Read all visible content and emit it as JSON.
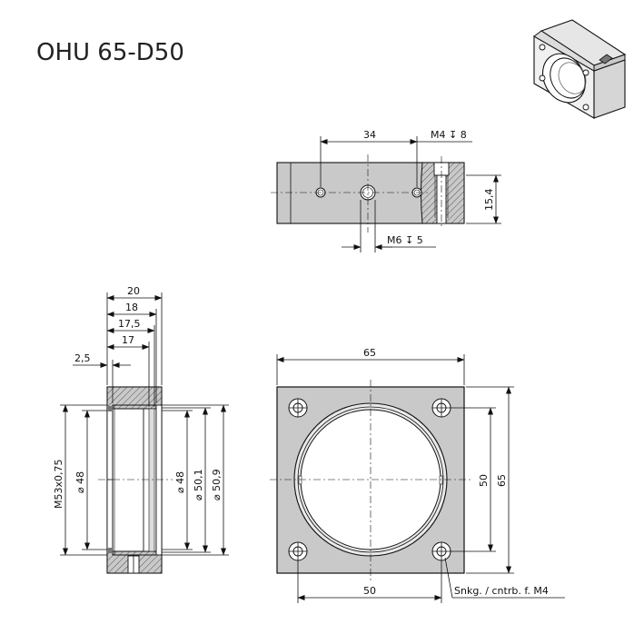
{
  "title": "OHU 65-D50",
  "top_view": {
    "dim_34": "34",
    "m4_label": "M4 ↧ 8",
    "m6_label": "M6 ↧ 5",
    "dim_15_4": "15,4"
  },
  "side_view": {
    "dim_20": "20",
    "dim_18": "18",
    "dim_17_5": "17,5",
    "dim_17": "17",
    "dim_2_5": "2,5",
    "thread": "M53x0,75",
    "d48_left": "⌀ 48",
    "d48_right": "⌀ 48",
    "d50_1": "⌀ 50,1",
    "d50_9": "⌀ 50,9"
  },
  "front_view": {
    "dim_65_top": "65",
    "dim_50_right": "50",
    "dim_65_right": "65",
    "dim_50_bottom": "50",
    "counterbore_note": "Snkg. / cntrb. f. M4"
  },
  "colors": {
    "line": "#111111",
    "fill": "#c9c9c9",
    "background": "#ffffff"
  }
}
